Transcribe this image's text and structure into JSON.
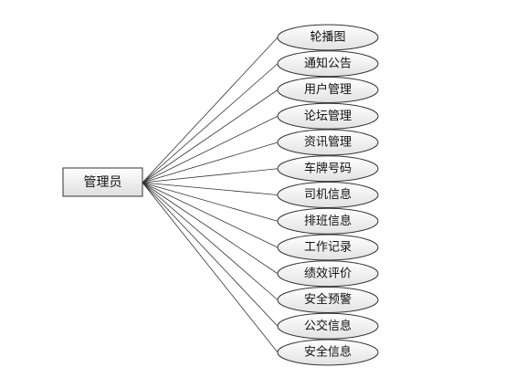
{
  "root": {
    "label": "管理员"
  },
  "modules": [
    {
      "label": "轮播图"
    },
    {
      "label": "通知公告"
    },
    {
      "label": "用户管理"
    },
    {
      "label": "论坛管理"
    },
    {
      "label": "资讯管理"
    },
    {
      "label": "车牌号码"
    },
    {
      "label": "司机信息"
    },
    {
      "label": "排班信息"
    },
    {
      "label": "工作记录"
    },
    {
      "label": "绩效评价"
    },
    {
      "label": "安全预警"
    },
    {
      "label": "公交信息"
    },
    {
      "label": "安全信息"
    }
  ]
}
